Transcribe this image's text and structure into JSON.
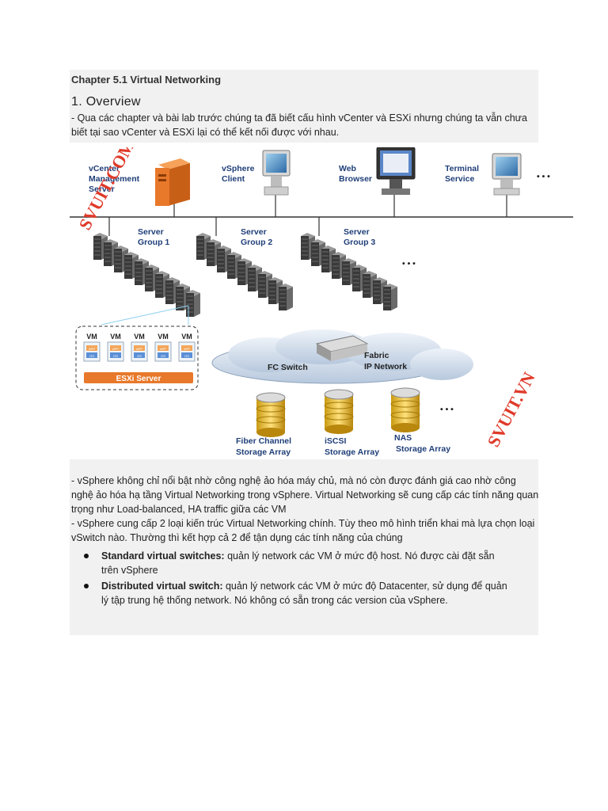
{
  "chapter_title": "Chapter 5.1 Virtual Networking",
  "overview_title": "1. Overview",
  "intro_text": "- Qua các chapter và bài lab trước chúng ta đã biết cấu hình vCenter và ESXi nhưng chúng ta vẫn chưa biết tại sao vCenter và ESXi lại có thể kết nối được với nhau.",
  "diagram": {
    "vcenter": [
      "vCenter",
      "Management",
      "Server"
    ],
    "vsphere_client": [
      "vSphere",
      "Client"
    ],
    "web_browser": [
      "Web",
      "Browser"
    ],
    "terminal_service": [
      "Terminal",
      "Service"
    ],
    "server_group_1": [
      "Server",
      "Group 1"
    ],
    "server_group_2": [
      "Server",
      "Group 2"
    ],
    "server_group_3": [
      "Server",
      "Group 3"
    ],
    "vm_label": "VM",
    "app_label": "APP",
    "os_label": "OS",
    "esxi_server": "ESXi Server",
    "fc_switch": "FC Switch",
    "fabric": [
      "Fabric",
      "IP Network"
    ],
    "fiber_channel": [
      "Fiber Channel",
      "Storage Array"
    ],
    "iscsi": [
      "iSCSI",
      "Storage Array"
    ],
    "nas": [
      "NAS",
      "Storage Array"
    ],
    "ellipsis": "• • •",
    "watermark_1": "SVUIT.COM",
    "watermark_2": "SVUIT.VN",
    "colors": {
      "server_orange": "#e8782a",
      "label_blue": "#1f3e78",
      "watermark_red": "#e03a2a",
      "cloud": "#c9d6e6"
    }
  },
  "paragraph_2": "- vSphere không chỉ nổi bật nhờ công nghệ ảo hóa máy chủ, mà nó còn được đánh giá cao nhờ công nghệ ảo hóa hạ tầng Virtual Networking trong vSphere. Virtual Networking sẽ cung cấp các tính năng quan trọng như Load-balanced, HA traffic giữa các VM",
  "paragraph_3": "- vSphere cung cấp 2 loại kiến trúc Virtual Networking chính. Tùy theo mô hình triển khai mà lựa chọn loại vSwitch nào. Thường thì kết hợp cả 2 để tận dụng các tính năng của chúng",
  "bullets": [
    {
      "term": "Standard virtual switches:",
      "text": " quản lý network các VM ở mức độ host. Nó được cài đặt sẵn trên vSphere"
    },
    {
      "term": "Distributed virtual switch:",
      "text": " quản lý network các VM ở mức độ Datacenter, sử dụng để quản lý tập trung hệ thống network. Nó không có sẵn trong các version của vSphere."
    }
  ]
}
